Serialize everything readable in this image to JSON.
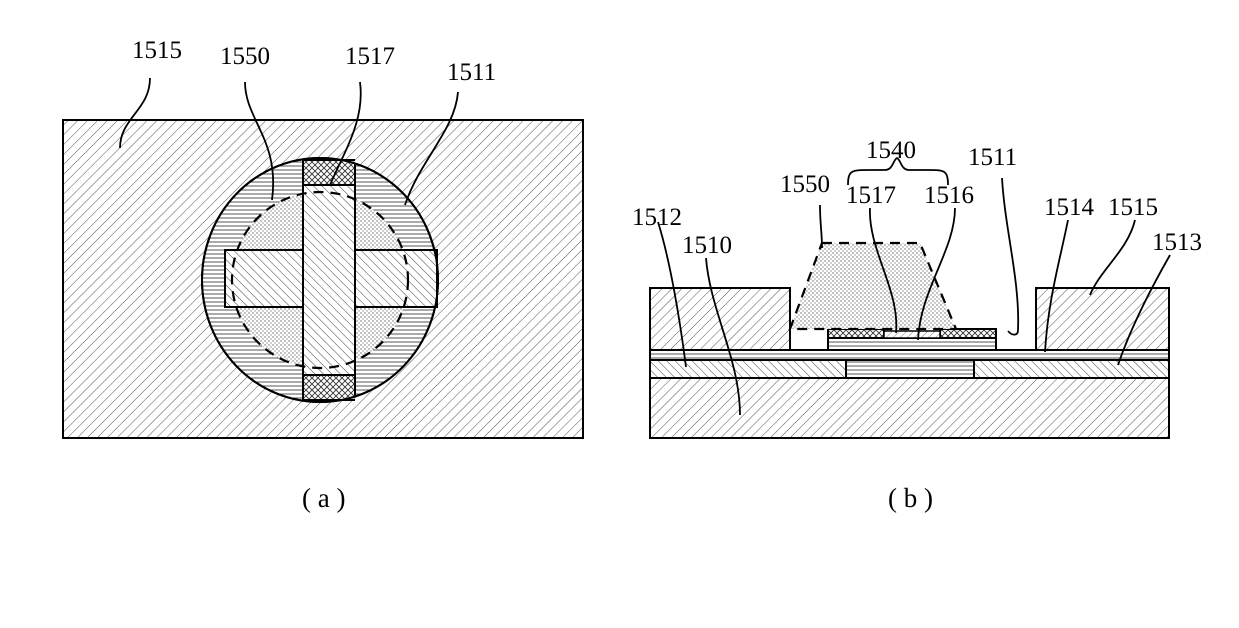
{
  "panel_a": {
    "caption": "( a )",
    "labels": {
      "l1515": "1515",
      "l1550": "1550",
      "l1517": "1517",
      "l1511": "1511"
    }
  },
  "panel_b": {
    "caption": "( b )",
    "labels": {
      "l1540": "1540",
      "l1511": "1511",
      "l1550": "1550",
      "l1517": "1517",
      "l1516": "1516",
      "l1514": "1514",
      "l1515": "1515",
      "l1512": "1512",
      "l1510": "1510",
      "l1513": "1513"
    }
  }
}
